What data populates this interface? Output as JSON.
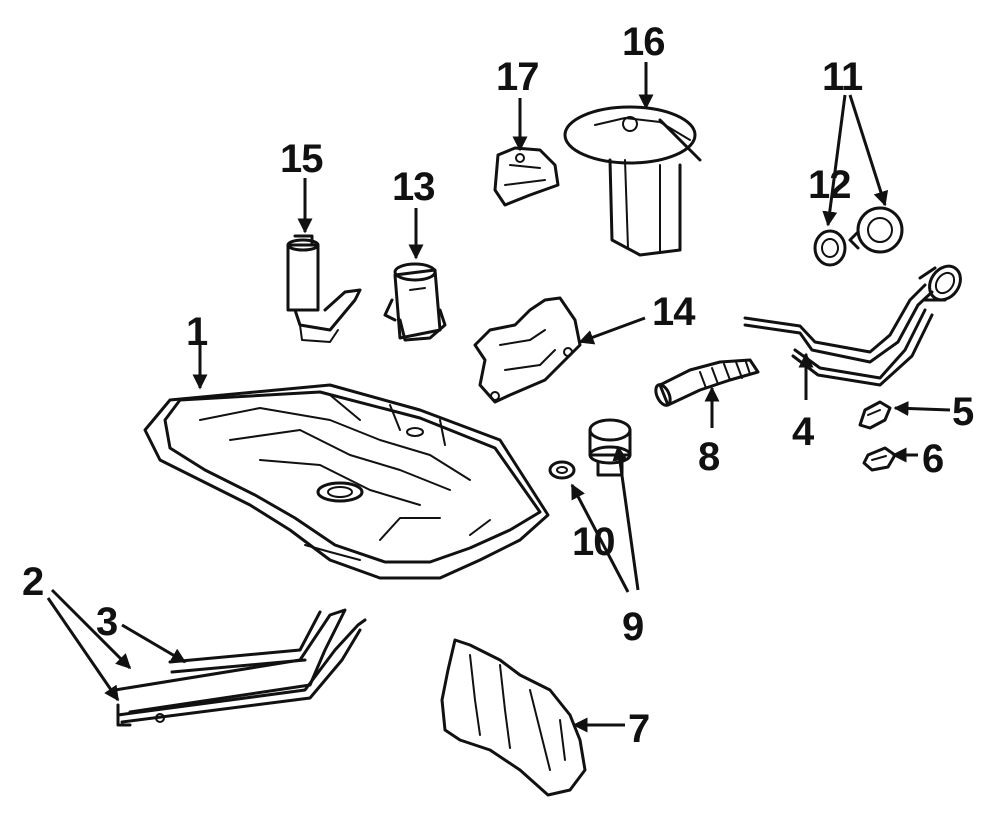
{
  "diagram": {
    "callouts": [
      {
        "id": "1",
        "label": "1"
      },
      {
        "id": "2",
        "label": "2"
      },
      {
        "id": "3",
        "label": "3"
      },
      {
        "id": "4",
        "label": "4"
      },
      {
        "id": "5",
        "label": "5"
      },
      {
        "id": "6",
        "label": "6"
      },
      {
        "id": "7",
        "label": "7"
      },
      {
        "id": "8",
        "label": "8"
      },
      {
        "id": "9",
        "label": "9"
      },
      {
        "id": "10",
        "label": "10"
      },
      {
        "id": "11",
        "label": "11"
      },
      {
        "id": "12",
        "label": "12"
      },
      {
        "id": "13",
        "label": "13"
      },
      {
        "id": "14",
        "label": "14"
      },
      {
        "id": "15",
        "label": "15"
      },
      {
        "id": "16",
        "label": "16"
      },
      {
        "id": "17",
        "label": "17"
      }
    ],
    "colors": {
      "ink": "#111111",
      "background": "#ffffff"
    }
  }
}
